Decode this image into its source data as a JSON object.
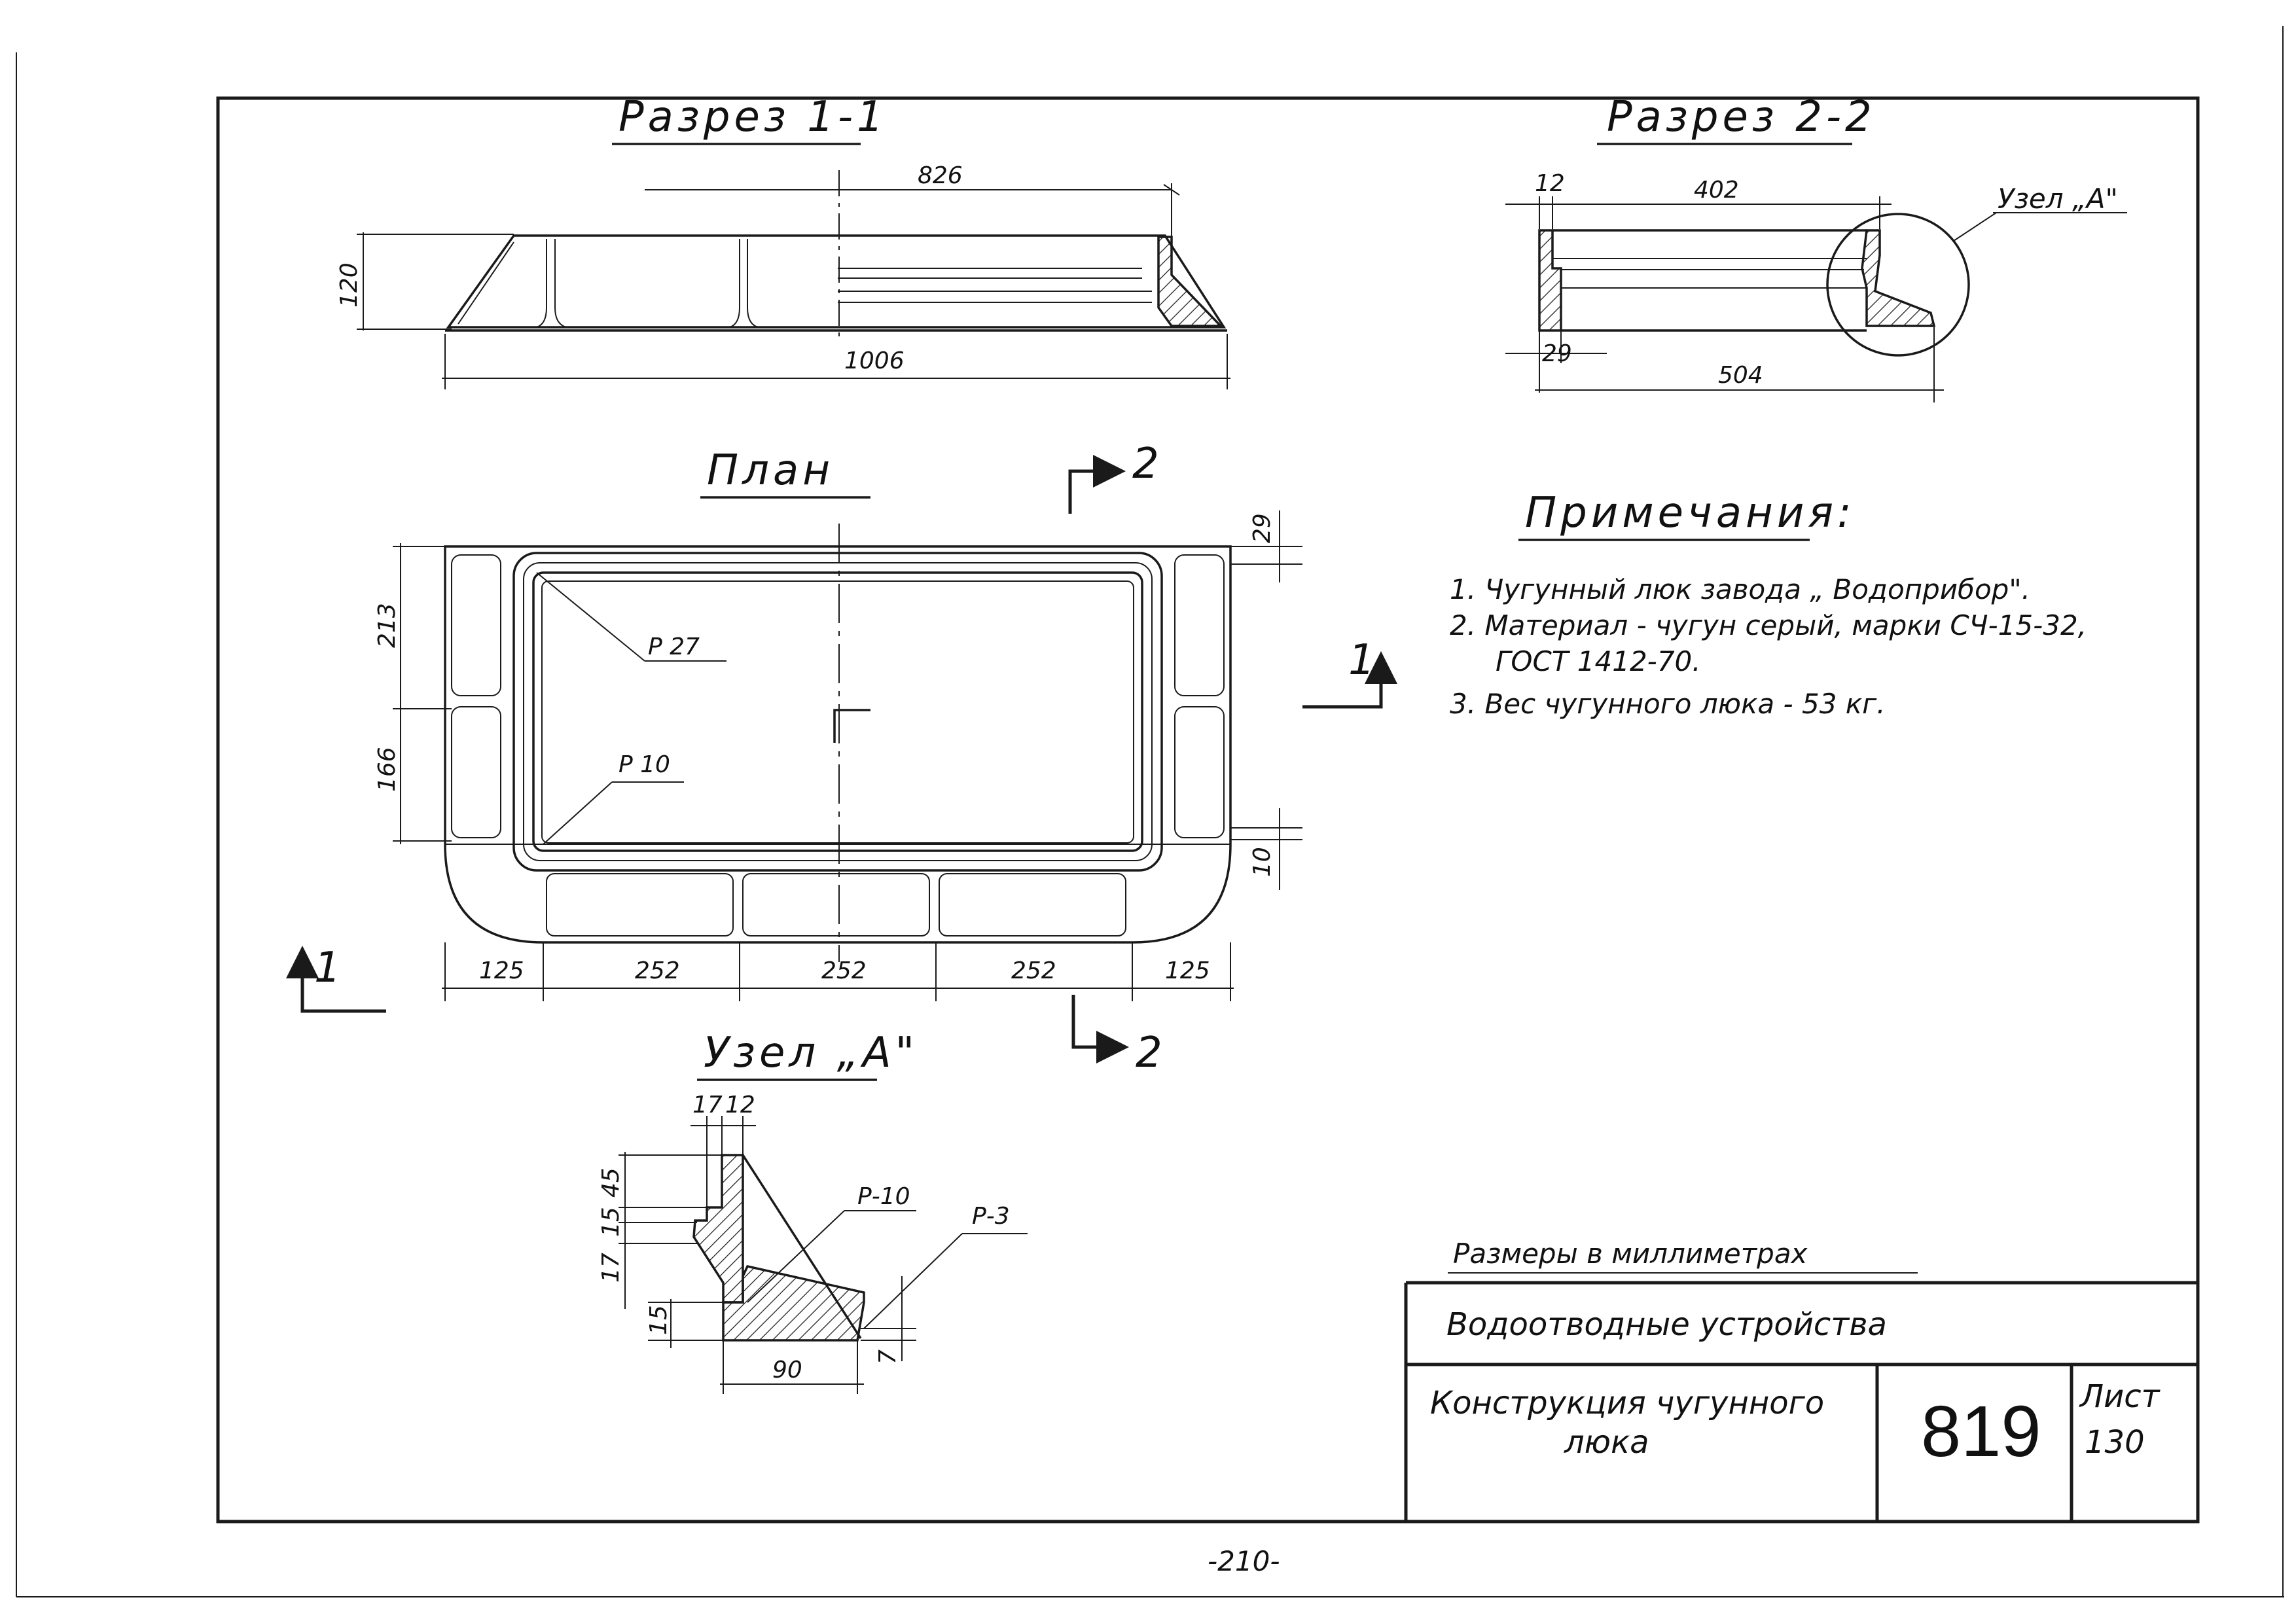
{
  "views": {
    "section_1_1": {
      "title": "Разрез 1-1",
      "dims": {
        "top": "826",
        "height": "120",
        "bottom": "1006"
      }
    },
    "section_2_2": {
      "title": "Разрез 2-2",
      "dims": {
        "flange": "12",
        "top": "402",
        "wall": "29",
        "bottom": "504"
      },
      "callout": "Узел „А\""
    },
    "plan": {
      "title": "План",
      "radius_outer": "Р 27",
      "radius_inner": "Р 10",
      "dims_right": {
        "top": "29",
        "bottom": "10"
      },
      "dims_left": {
        "top": "213",
        "bottom": "166"
      },
      "dims_bottom": [
        "125",
        "252",
        "252",
        "252",
        "125"
      ],
      "cut_marker_1": "1",
      "cut_marker_2": "2"
    },
    "node_a": {
      "title": "Узел „А\"",
      "dims": {
        "top_a": "17",
        "top_b": "12",
        "v1": "45",
        "v2": "15",
        "v3": "17",
        "v4": "15",
        "bottom": "90",
        "right": "7"
      },
      "radius_1": "Р-10",
      "radius_2": "Р-3"
    }
  },
  "notes": {
    "heading": "Примечания:",
    "items": [
      "1. Чугунный люк завода „ Водоприбор\".",
      "2. Материал - чугун серый, марки СЧ-15-32,",
      "ГОСТ 1412-70.",
      "3. Вес чугунного люка - 53 кг."
    ]
  },
  "title_block": {
    "units": "Размеры в миллиметрах",
    "category": "Водоотводные устройства",
    "name_line1": "Конструкция чугунного",
    "name_line2": "люка",
    "code": "819",
    "sheet_label": "Лист",
    "sheet_number": "130"
  },
  "page_number": "-210-"
}
